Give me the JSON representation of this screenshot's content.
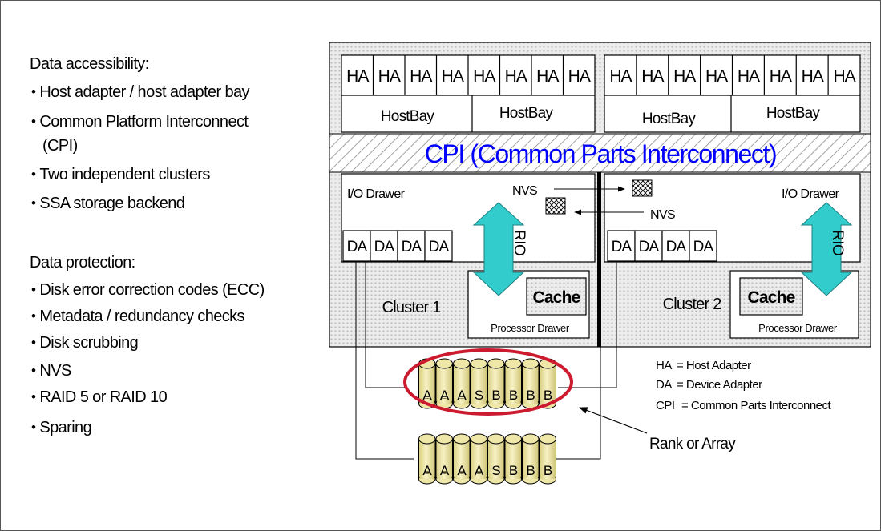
{
  "left_panel": {
    "accessibility_heading": "Data accessibility:",
    "accessibility_items": [
      "Host adapter / host adapter bay",
      "Common Platform Interconnect",
      "(CPI)",
      "Two independent clusters",
      "SSA storage backend"
    ],
    "protection_heading": "Data protection:",
    "protection_items": [
      "Disk error correction codes (ECC)",
      "Metadata / redundancy checks",
      "Disk scrubbing",
      "NVS",
      "RAID 5 or RAID 10",
      "Sparing"
    ]
  },
  "diagram": {
    "host_adapter_label": "HA",
    "host_bay_label": "HostBay",
    "cpi_label": "CPI (Common Parts Interconnect)",
    "io_drawer_label": "I/O Drawer",
    "nvs_label": "NVS",
    "device_adapter_label": "DA",
    "rio_label": "RIO",
    "cache_label": "Cache",
    "processor_drawer_label": "Processor Drawer",
    "cluster_1_label": "Cluster 1",
    "cluster_2_label": "Cluster 2",
    "array_1_disks": [
      "A",
      "A",
      "A",
      "S",
      "B",
      "B",
      "B",
      "B"
    ],
    "array_2_disks": [
      "A",
      "A",
      "A",
      "A",
      "S",
      "B",
      "B",
      "B"
    ],
    "rank_label": "Rank or Array",
    "cpi_text_color": "#0000ff",
    "rio_arrow_color": "#33cccc",
    "disk_fill_color": "#efe7a8",
    "rank_ellipse_color": "#cc1a2e"
  },
  "legend": [
    {
      "abbr": "HA",
      "def": "= Host Adapter"
    },
    {
      "abbr": "DA",
      "def": "= Device Adapter"
    },
    {
      "abbr": "CPI",
      "def": "= Common Parts Interconnect"
    }
  ]
}
